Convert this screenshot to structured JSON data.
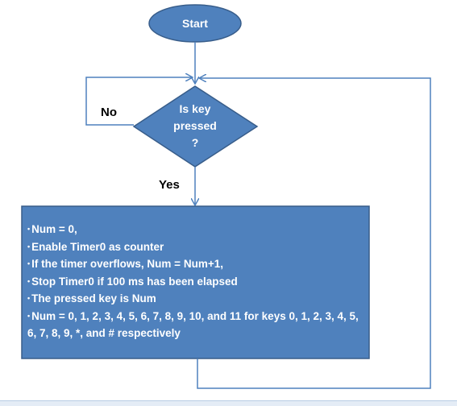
{
  "colors": {
    "node_fill": "#4f81bd",
    "node_stroke": "#385d8a",
    "connector": "#4f81bd",
    "text_on_node": "#ffffff",
    "label_text": "#000000"
  },
  "nodes": {
    "start": {
      "label": "Start"
    },
    "decision": {
      "lines": [
        "Is key",
        "pressed",
        "?"
      ]
    },
    "process": {
      "steps": [
        "Num = 0,",
        "Enable Timer0 as counter",
        "If the timer overflows, Num = Num+1,",
        "Stop Timer0 if 100 ms has been elapsed",
        "The pressed key is Num",
        "Num = 0, 1, 2, 3, 4, 5, 6, 7, 8, 9, 10, and 11 for keys 0, 1, 2, 3, 4, 5, 6, 7, 8, 9, *, and # respectively"
      ]
    }
  },
  "branches": {
    "no": "No",
    "yes": "Yes"
  }
}
